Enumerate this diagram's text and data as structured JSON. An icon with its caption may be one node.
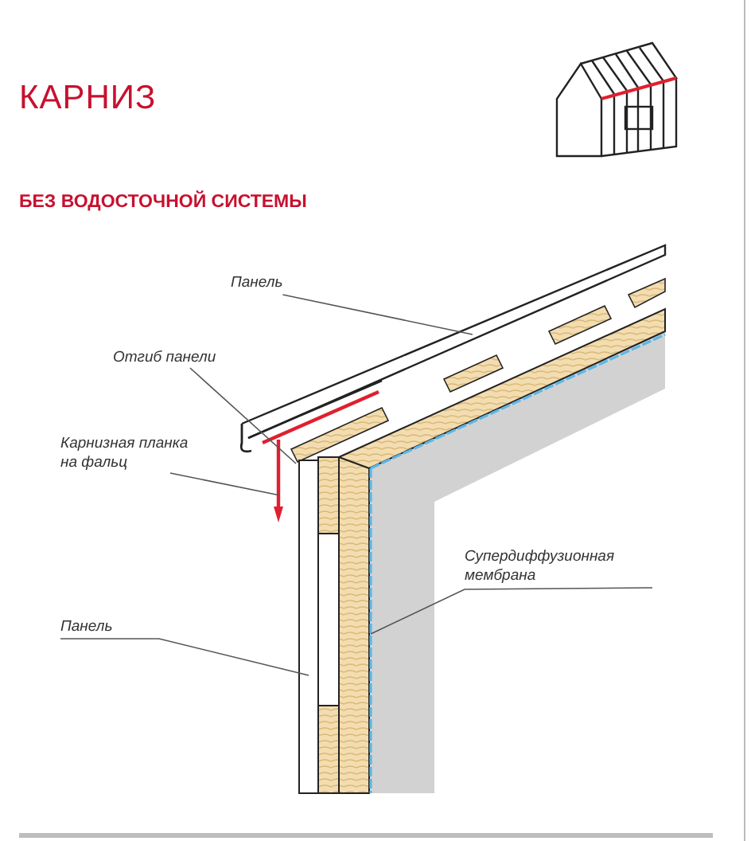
{
  "diagram": {
    "title": "КАРНИЗ",
    "nodes": [
      {
        "text": [
          "Панель"
        ]
      },
      {
        "text": [
          "Отгиб панели"
        ]
      },
      {
        "text": [
          "Карнизная планка на фальц"
        ]
      },
      {
        "text": [
          "Панель"
        ]
      },
      {
        "text": [
          "Супердиффузионная мембрана"
        ]
      }
    ],
    "edges": [
      {
        "from": 0,
        "to": null,
        "arrow": "none"
      },
      {
        "from": 1,
        "to": null,
        "arrow": "none"
      },
      {
        "from": 2,
        "to": null,
        "arrow": "none"
      },
      {
        "from": 3,
        "to": null,
        "arrow": "none"
      },
      {
        "from": 4,
        "to": null,
        "arrow": "none"
      }
    ],
    "labels": [
      "БЕЗ ВОДОСТОЧНОЙ СИСТЕМЫ"
    ]
  }
}
